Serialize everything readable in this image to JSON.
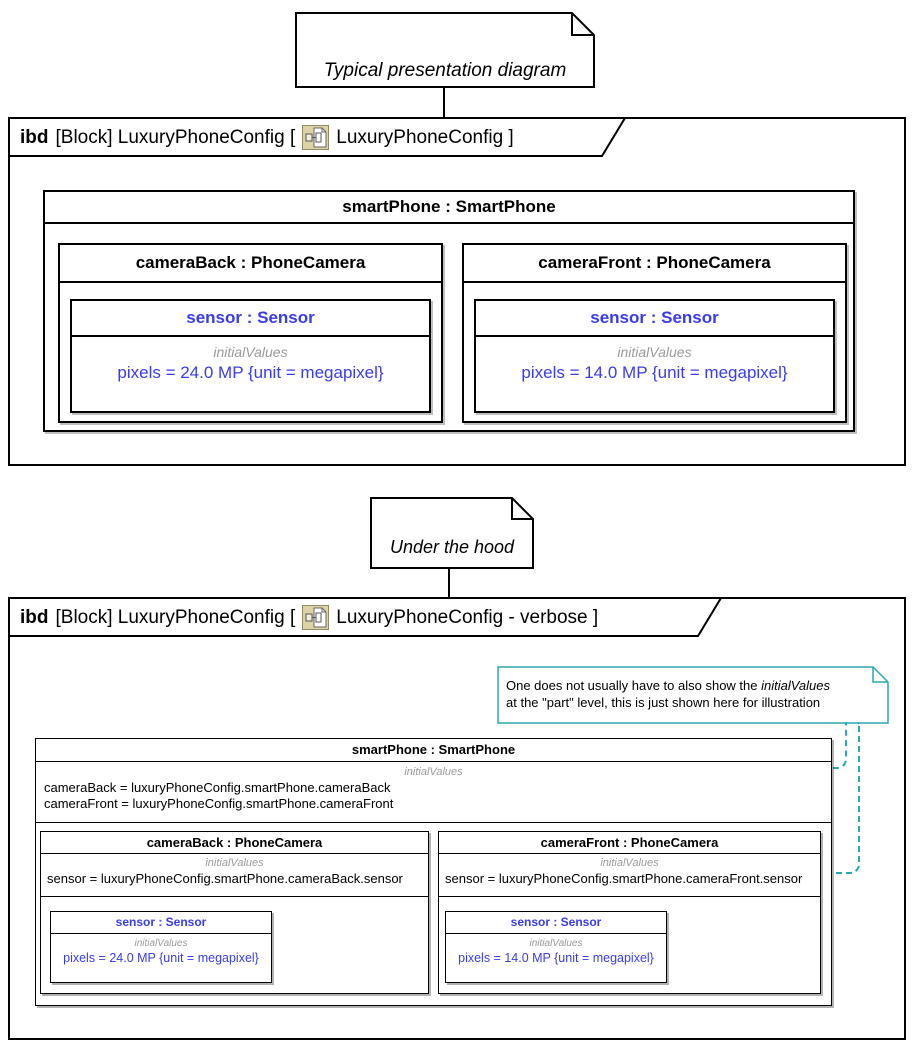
{
  "colors": {
    "blue": "#3b3bee",
    "gray": "#9a9a9a",
    "teal": "#2ba7b0",
    "icon_bg": "#ddd3a6",
    "line": "#000000"
  },
  "note_top": {
    "text": "Typical presentation diagram"
  },
  "note_mid": {
    "text": "Under the hood"
  },
  "diagram1": {
    "header": {
      "keyword": "ibd",
      "before_icon": "[Block] LuxuryPhoneConfig [",
      "icon": "ibd-diagram-icon",
      "after_icon": "LuxuryPhoneConfig ]"
    },
    "smartphone": {
      "title": "smartPhone : SmartPhone",
      "cameras": [
        {
          "title": "cameraBack : PhoneCamera",
          "sensor": {
            "title": "sensor : Sensor",
            "initial_values_label": "initialValues",
            "value": "pixels = 24.0 MP {unit = megapixel}"
          }
        },
        {
          "title": "cameraFront : PhoneCamera",
          "sensor": {
            "title": "sensor : Sensor",
            "initial_values_label": "initialValues",
            "value": "pixels = 14.0 MP {unit = megapixel}"
          }
        }
      ]
    }
  },
  "diagram2": {
    "header": {
      "keyword": "ibd",
      "before_icon": "[Block] LuxuryPhoneConfig [",
      "icon": "ibd-diagram-icon",
      "after_icon": "LuxuryPhoneConfig - verbose ]"
    },
    "comment": {
      "line1_before": "One does not usually have to also show the ",
      "line1_italic": "initialValues",
      "line2": "at the \"part\" level, this is just shown here for illustration"
    },
    "smartphone": {
      "title": "smartPhone : SmartPhone",
      "initial_values_label": "initialValues",
      "init_lines": [
        "cameraBack = luxuryPhoneConfig.smartPhone.cameraBack",
        "cameraFront = luxuryPhoneConfig.smartPhone.cameraFront"
      ],
      "cameras": [
        {
          "title": "cameraBack : PhoneCamera",
          "initial_values_label": "initialValues",
          "init_line": "sensor = luxuryPhoneConfig.smartPhone.cameraBack.sensor",
          "sensor": {
            "title": "sensor : Sensor",
            "initial_values_label": "initialValues",
            "value": "pixels = 24.0 MP {unit = megapixel}"
          }
        },
        {
          "title": "cameraFront : PhoneCamera",
          "initial_values_label": "initialValues",
          "init_line": "sensor = luxuryPhoneConfig.smartPhone.cameraFront.sensor",
          "sensor": {
            "title": "sensor : Sensor",
            "initial_values_label": "initialValues",
            "value": "pixels = 14.0 MP {unit = megapixel}"
          }
        }
      ]
    }
  }
}
